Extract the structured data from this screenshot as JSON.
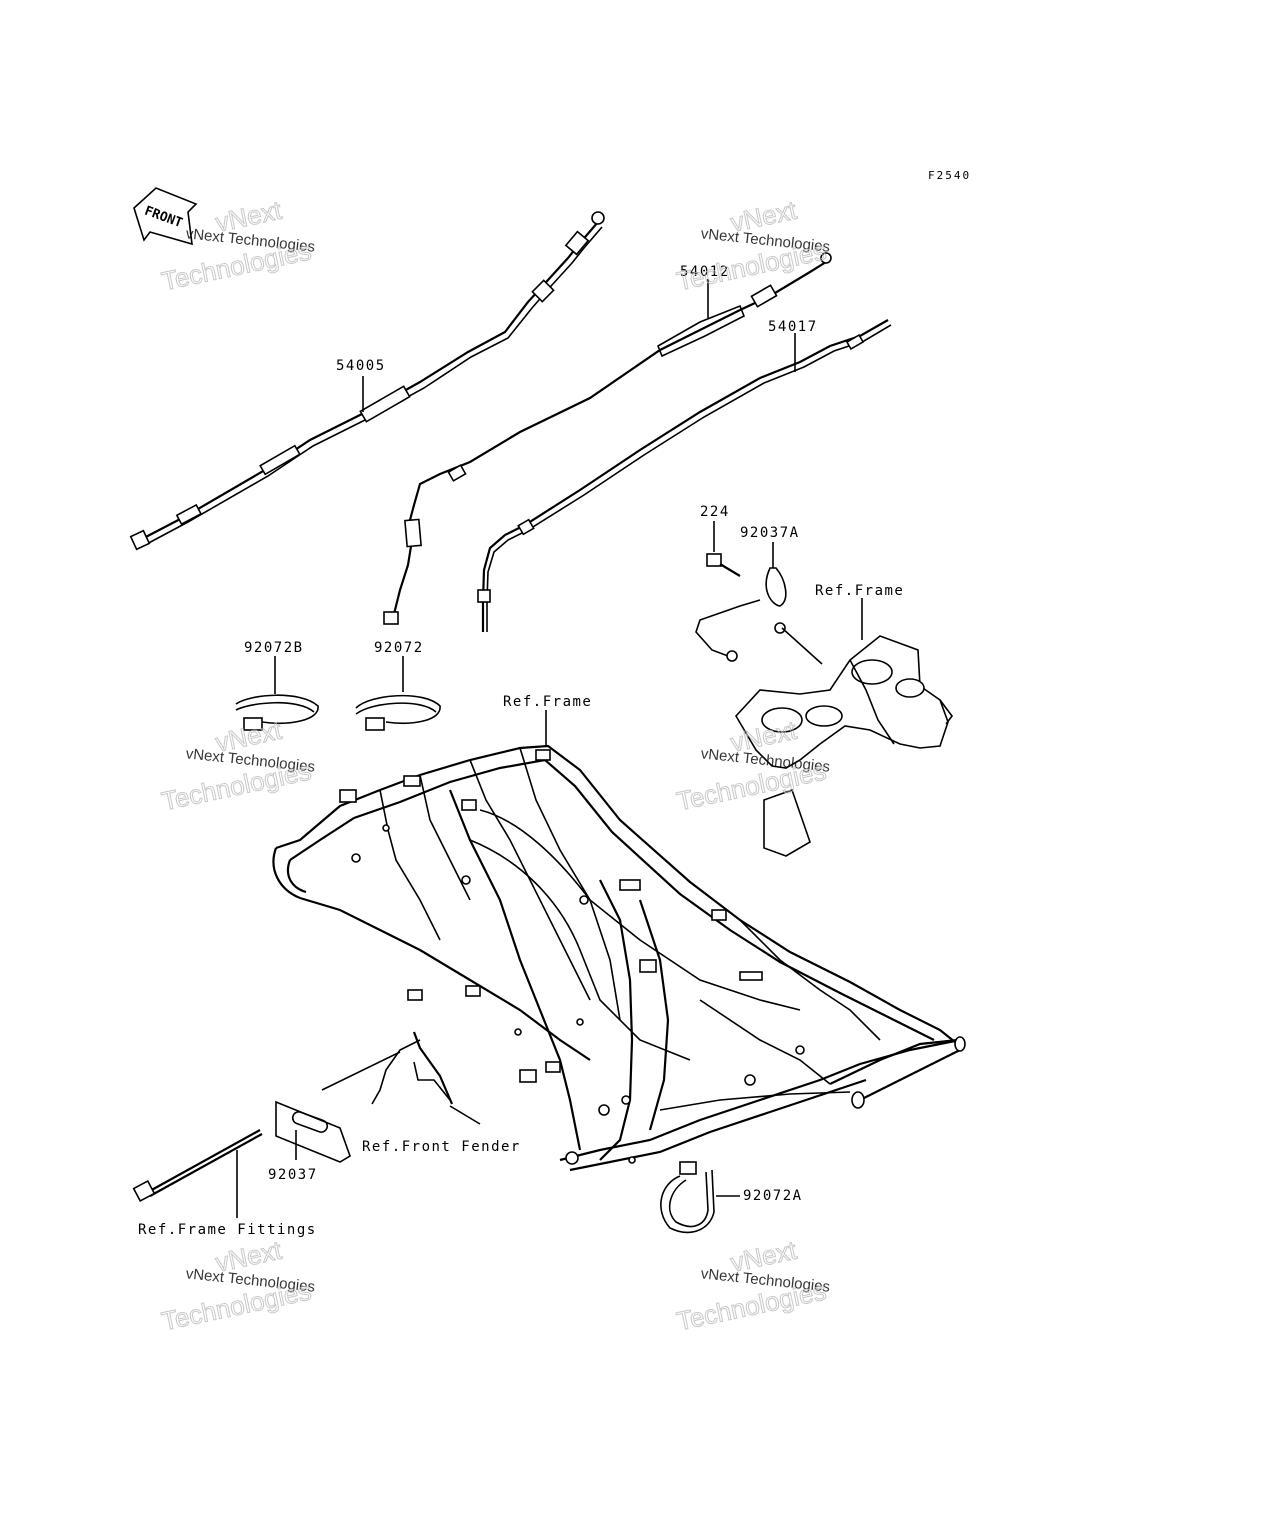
{
  "diagram_code": "F2540",
  "front_label": "FRONT",
  "callouts": {
    "cable_54005": "54005",
    "cable_54012": "54012",
    "cable_54017": "54017",
    "bolt_224": "224",
    "clamp_92037A": "92037A",
    "ref_frame_upper": "Ref.Frame",
    "band_92072B": "92072B",
    "band_92072": "92072",
    "ref_frame_main": "Ref.Frame",
    "plate_92037": "92037",
    "ref_front_fender": "Ref.Front Fender",
    "band_92072A": "92072A",
    "ref_frame_fittings": "Ref.Frame Fittings"
  },
  "watermark": {
    "top": "vNext",
    "middle": "vNext Technologies",
    "bottom": "Technologies"
  }
}
